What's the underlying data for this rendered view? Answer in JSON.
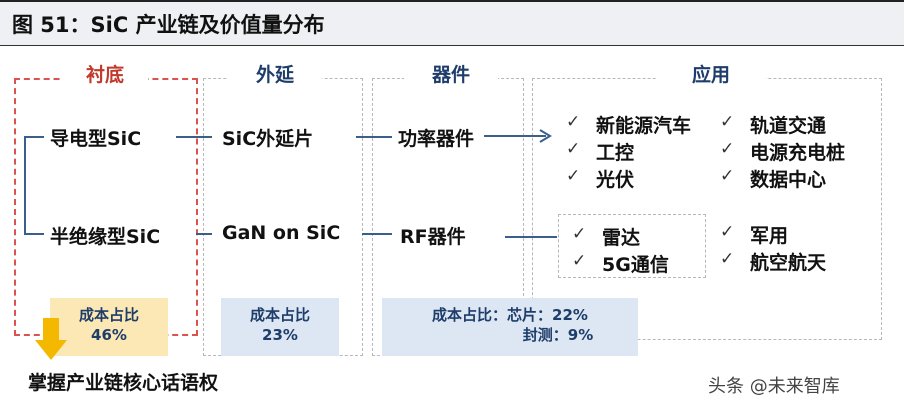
{
  "title": "图 51：SiC 产业链及价值量分布",
  "columns": {
    "substrate": {
      "header": "衬底",
      "items": [
        "导电型SiC",
        "半绝缘型SiC"
      ],
      "cost_line1": "成本占比",
      "cost_line2": "46%"
    },
    "epitaxy": {
      "header": "外延",
      "items": [
        "SiC外延片",
        "GaN on SiC"
      ],
      "cost_line1": "成本占比",
      "cost_line2": "23%"
    },
    "device": {
      "header": "器件",
      "items": [
        "功率器件",
        "RF器件"
      ],
      "cost_line1": "成本占比：芯片：22%",
      "cost_line2": "封测：9%"
    },
    "application": {
      "header": "应用",
      "power_left": [
        "新能源汽车",
        "工控",
        "光伏"
      ],
      "power_right": [
        "轨道交通",
        "电源充电桩",
        "数据中心"
      ],
      "rf_left": [
        "雷达",
        "5G通信"
      ],
      "rf_right": [
        "军用",
        "航空航天"
      ]
    }
  },
  "check_mark": "✓",
  "bottom_note": "掌握产业链核心话语权",
  "watermark": "头条 @未来智库",
  "colors": {
    "accent_blue": "#1e3d6b",
    "substrate_red": "#c0392b",
    "arrow_orange": "#f5b800",
    "cost_yellow": "#fbe8b5",
    "cost_blue": "#dde7f3"
  }
}
